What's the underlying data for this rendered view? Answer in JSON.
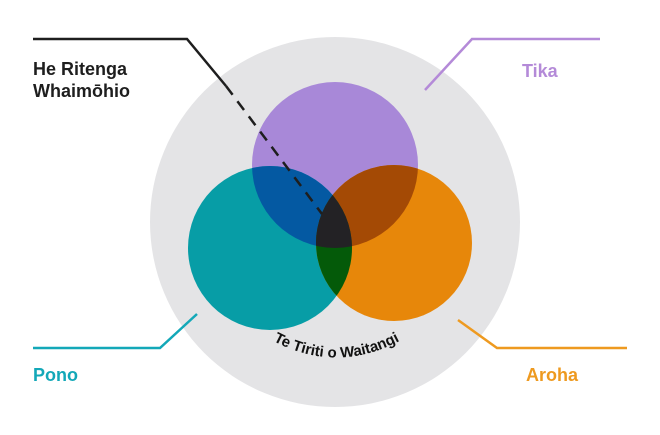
{
  "diagram": {
    "center_label": {
      "lines": [
        "He Ritenga",
        "Whaimōhio"
      ],
      "color": "#1e1e1e"
    },
    "circles": [
      {
        "name": "Tika",
        "color": "#b48ad8",
        "fill": "#a888d8"
      },
      {
        "name": "Pono",
        "color": "#13a8b8",
        "fill": "#079da6"
      },
      {
        "name": "Aroha",
        "color": "#ee9a20",
        "fill": "#e7870a"
      }
    ],
    "overlaps": {
      "tika_pono": "#0459a2",
      "tika_aroha": "#a44a05",
      "pono_aroha": "#045a09",
      "all": "#232225"
    },
    "outer_ring_label": "Te Tiriti o Waitangi",
    "background_circle_color": "#e4e4e6"
  }
}
